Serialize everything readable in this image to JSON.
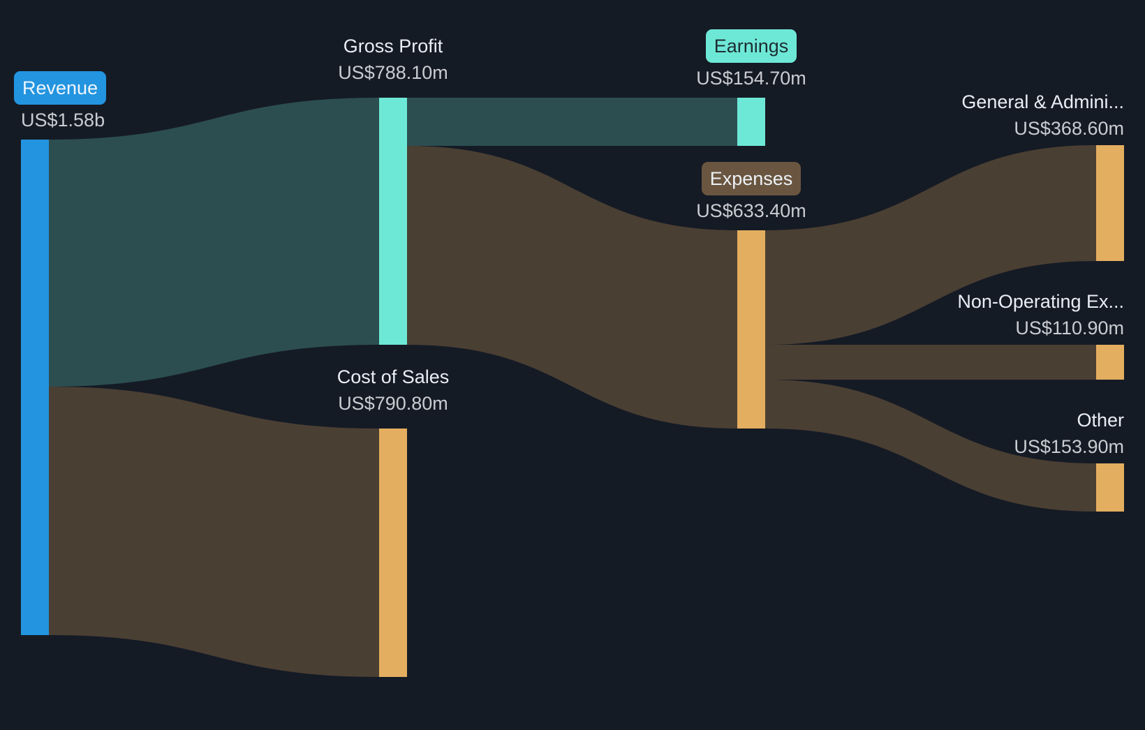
{
  "chart_data": {
    "type": "sankey",
    "title": "",
    "currency": "US$",
    "nodes": [
      {
        "id": "revenue",
        "label": "Revenue",
        "value": 1580.0,
        "display": "US$1.58b",
        "color": "#2394df",
        "pill": true
      },
      {
        "id": "gross_profit",
        "label": "Gross Profit",
        "value": 788.1,
        "display": "US$788.10m",
        "color": "#6ee8d6"
      },
      {
        "id": "cost_of_sales",
        "label": "Cost of Sales",
        "value": 790.8,
        "display": "US$790.80m",
        "color": "#e3ae5f"
      },
      {
        "id": "earnings",
        "label": "Earnings",
        "value": 154.7,
        "display": "US$154.70m",
        "color": "#6ee8d6",
        "pill": true
      },
      {
        "id": "expenses",
        "label": "Expenses",
        "value": 633.4,
        "display": "US$633.40m",
        "color": "#e3ae5f",
        "pill": true
      },
      {
        "id": "general_admin",
        "label": "General & Admini...",
        "value": 368.6,
        "display": "US$368.60m",
        "color": "#e3ae5f"
      },
      {
        "id": "non_operating",
        "label": "Non-Operating Ex...",
        "value": 110.9,
        "display": "US$110.90m",
        "color": "#e3ae5f"
      },
      {
        "id": "other",
        "label": "Other",
        "value": 153.9,
        "display": "US$153.90m",
        "color": "#e3ae5f"
      }
    ],
    "links": [
      {
        "source": "revenue",
        "target": "gross_profit",
        "value": 788.1,
        "type": "profit"
      },
      {
        "source": "revenue",
        "target": "cost_of_sales",
        "value": 790.8,
        "type": "expense"
      },
      {
        "source": "gross_profit",
        "target": "earnings",
        "value": 154.7,
        "type": "profit"
      },
      {
        "source": "gross_profit",
        "target": "expenses",
        "value": 633.4,
        "type": "expense"
      },
      {
        "source": "expenses",
        "target": "general_admin",
        "value": 368.6,
        "type": "expense"
      },
      {
        "source": "expenses",
        "target": "non_operating",
        "value": 110.9,
        "type": "expense"
      },
      {
        "source": "expenses",
        "target": "other",
        "value": 153.9,
        "type": "expense"
      }
    ]
  },
  "colors": {
    "background": "#151b25",
    "revenue": "#2394df",
    "profit_node": "#6ee8d6",
    "expense_node": "#e3ae5f",
    "profit_link": "#2c4e51",
    "expense_link": "#4a3f33",
    "expenses_pill": "#6a5640",
    "earnings_pill_text": "#1d2d33"
  },
  "labels": {
    "revenue": {
      "name": "Revenue",
      "value": "US$1.58b"
    },
    "gross_profit": {
      "name": "Gross Profit",
      "value": "US$788.10m"
    },
    "cost_of_sales": {
      "name": "Cost of Sales",
      "value": "US$790.80m"
    },
    "earnings": {
      "name": "Earnings",
      "value": "US$154.70m"
    },
    "expenses": {
      "name": "Expenses",
      "value": "US$633.40m"
    },
    "general_admin": {
      "name": "General & Admini...",
      "value": "US$368.60m"
    },
    "non_operating": {
      "name": "Non-Operating Ex...",
      "value": "US$110.90m"
    },
    "other": {
      "name": "Other",
      "value": "US$153.90m"
    }
  }
}
